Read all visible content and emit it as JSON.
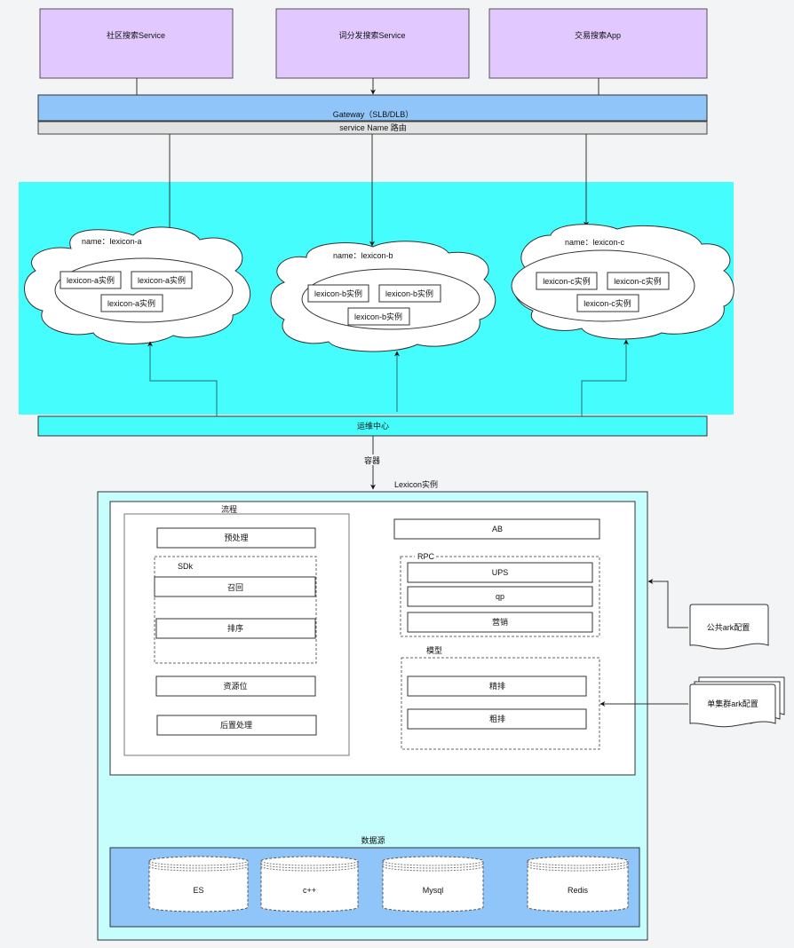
{
  "colors": {
    "background": "#f3f4f6",
    "service_box": "#e1c8fe",
    "gateway": "#90c5fa",
    "routing_bar": "#e2e2e2",
    "cluster_area": "#45fdfd",
    "ops_center": "#45fdfd",
    "instance_container": "#c6fefe",
    "datasource_panel": "#90c5fa"
  },
  "services": [
    {
      "label": "社区搜索Service"
    },
    {
      "label": "词分发搜索Service"
    },
    {
      "label": "交易搜索App"
    }
  ],
  "gateway": {
    "label": "Gateway（SLB/DLB）",
    "routing_label": "service Name 路由"
  },
  "clusters": [
    {
      "name_label": "name：lexicon-a",
      "instances": [
        "lexicon-a实例",
        "lexicon-a实例",
        "lexicon-a实例"
      ]
    },
    {
      "name_label": "name：lexicon-b",
      "instances": [
        "lexicon-b实例",
        "lexicon-b实例",
        "lexicon-b实例"
      ]
    },
    {
      "name_label": "name：lexicon-c",
      "instances": [
        "lexicon-c实例",
        "lexicon-c实例",
        "lexicon-c实例"
      ]
    }
  ],
  "ops_center": {
    "label": "运维中心"
  },
  "container_edge_label": "容器",
  "lexicon_instance": {
    "title": "Lexicon实例",
    "flow": {
      "title": "流程",
      "preprocess": "预处理",
      "sdk": {
        "title": "SDk",
        "items": [
          "召回",
          "排序"
        ]
      },
      "resource_slot": "资源位",
      "postprocess": "后置处理"
    },
    "ab": "AB",
    "rpc": {
      "title": "RPC",
      "items": [
        "UPS",
        "qp",
        "营销"
      ]
    },
    "model": {
      "title": "模型",
      "items": [
        "精排",
        "粗排"
      ]
    },
    "datasource": {
      "title": "数据源",
      "stores": [
        "ES",
        "c++",
        "Mysql",
        "Redis"
      ]
    }
  },
  "configs": {
    "public": "公共ark配置",
    "per_cluster": "单集群ark配置"
  }
}
